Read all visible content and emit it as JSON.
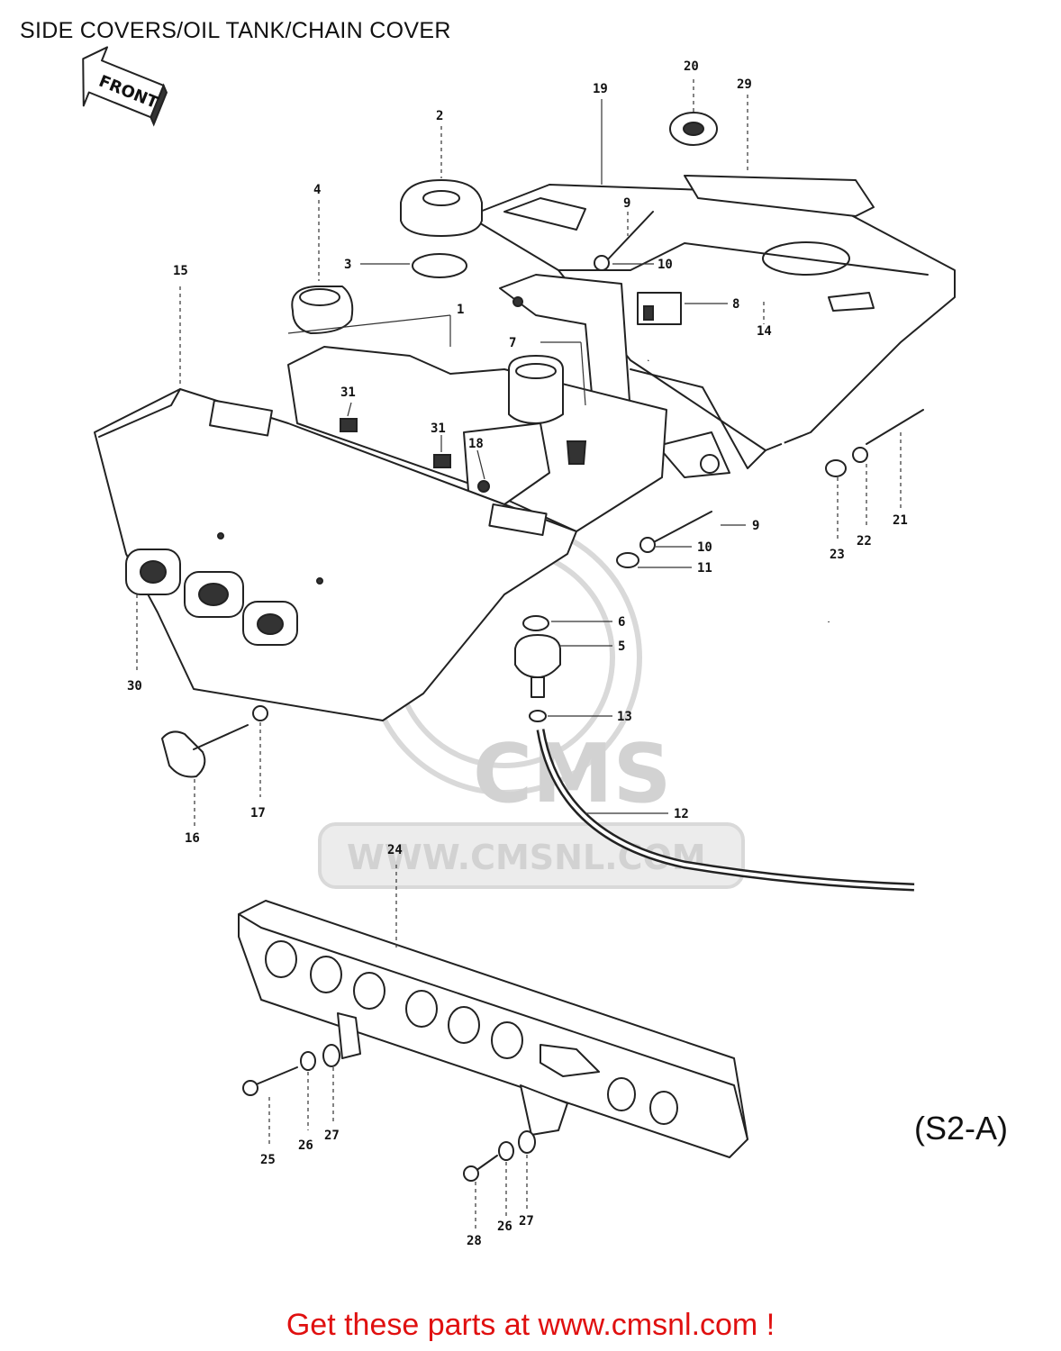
{
  "title": "SIDE COVERS/OIL TANK/CHAIN COVER",
  "front_label": "FRONT",
  "diagram_code": "(S2-A)",
  "watermark": {
    "brand": "CMS",
    "url": "WWW.CMSNL.COM"
  },
  "footer": "Get these parts at www.cmsnl.com !",
  "callouts": [
    "1",
    "2",
    "3",
    "4",
    "5",
    "6",
    "7",
    "8",
    "9",
    "9",
    "10",
    "10",
    "11",
    "12",
    "13",
    "14",
    "15",
    "16",
    "17",
    "18",
    "19",
    "20",
    "21",
    "22",
    "23",
    "24",
    "25",
    "26",
    "26",
    "27",
    "27",
    "28",
    "29",
    "30",
    "31",
    "31"
  ]
}
